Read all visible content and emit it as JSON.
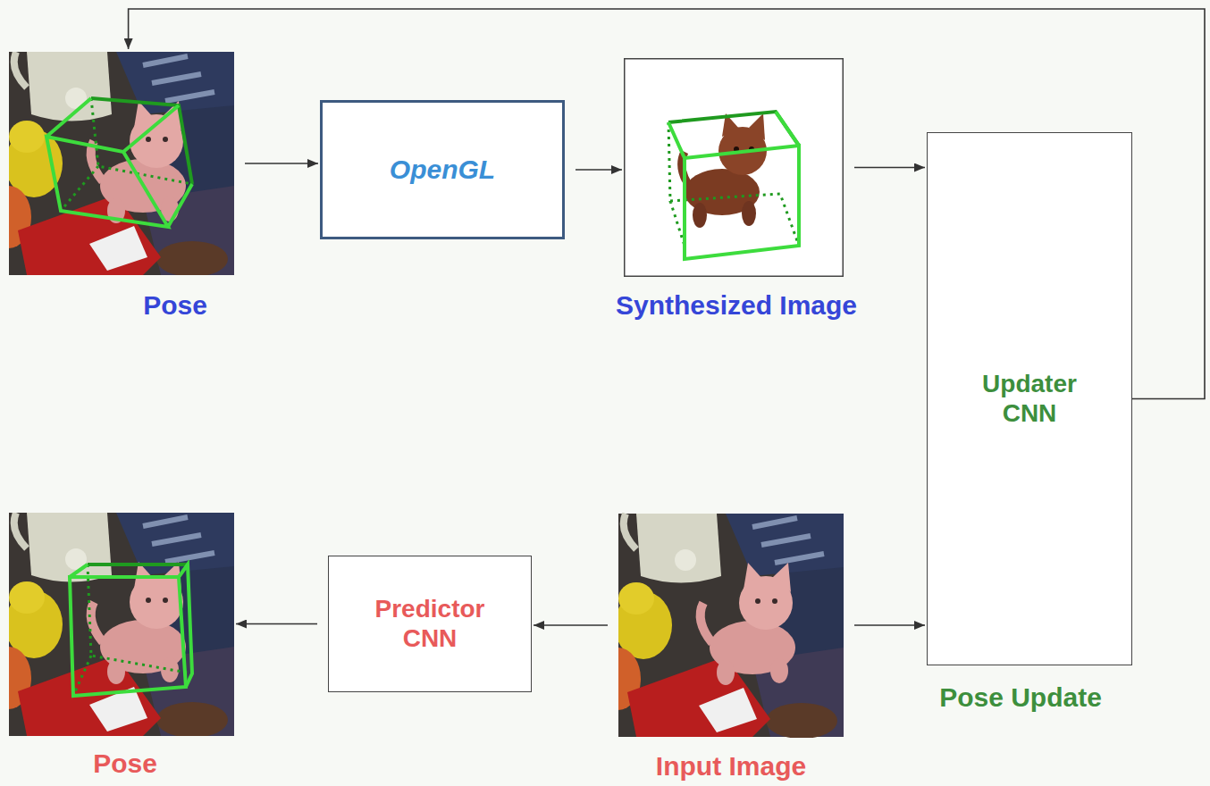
{
  "diagram": {
    "nodes": [
      {
        "text": [
          "Pose"
        ]
      },
      {
        "text": [
          "OpenGL"
        ]
      },
      {
        "text": [
          "Synthesized Image"
        ]
      },
      {
        "text": [
          "Updater CNN",
          "Pose Update"
        ]
      },
      {
        "text": [
          "Pose"
        ]
      },
      {
        "text": [
          "Predictor CNN"
        ]
      },
      {
        "text": [
          "Input Image"
        ]
      }
    ],
    "edges": [
      {
        "from": 0,
        "to": 1,
        "arrow": "to"
      },
      {
        "from": 1,
        "to": 2,
        "arrow": "to"
      },
      {
        "from": 2,
        "to": 3,
        "arrow": "to"
      },
      {
        "from": 3,
        "to": 0,
        "arrow": "to"
      },
      {
        "from": 6,
        "to": 3,
        "arrow": "to"
      },
      {
        "from": 6,
        "to": 5,
        "arrow": "to"
      },
      {
        "from": 5,
        "to": 4,
        "arrow": "to"
      }
    ]
  }
}
